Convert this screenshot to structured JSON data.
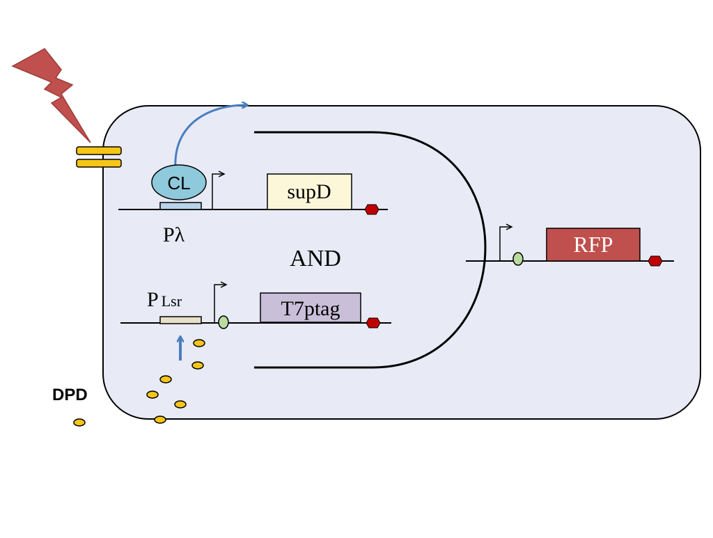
{
  "labels": {
    "cl": "CL",
    "p_lambda": "Pλ",
    "p_lsr_main": "P",
    "p_lsr_sub": "Lsr",
    "supD": "supD",
    "t7ptag": "T7ptag",
    "and_gate": "AND",
    "rfp": "RFP",
    "dpd": "DPD"
  },
  "colors": {
    "cell_fill": "#e8eaf5",
    "lightning": "#c0504d",
    "receptor": "#f5c518",
    "cl_protein": "#8ec9dc",
    "operator_light_blue": "#b8d3ea",
    "operator_lsr": "#e6e0c8",
    "supD_box": "#fdf7da",
    "t7ptag_box": "#c9bfd9",
    "rfp_box": "#c0504d",
    "terminator": "#c00000",
    "rbs": "#b9dba0",
    "dpd_molecule": "#f5c518",
    "arrow_blue": "#4a7dbf"
  },
  "icons": {
    "signal": "lightning-bolt-icon",
    "promoter": "promoter-arrow-icon",
    "terminator": "terminator-icon",
    "rbs": "rbs-icon"
  }
}
